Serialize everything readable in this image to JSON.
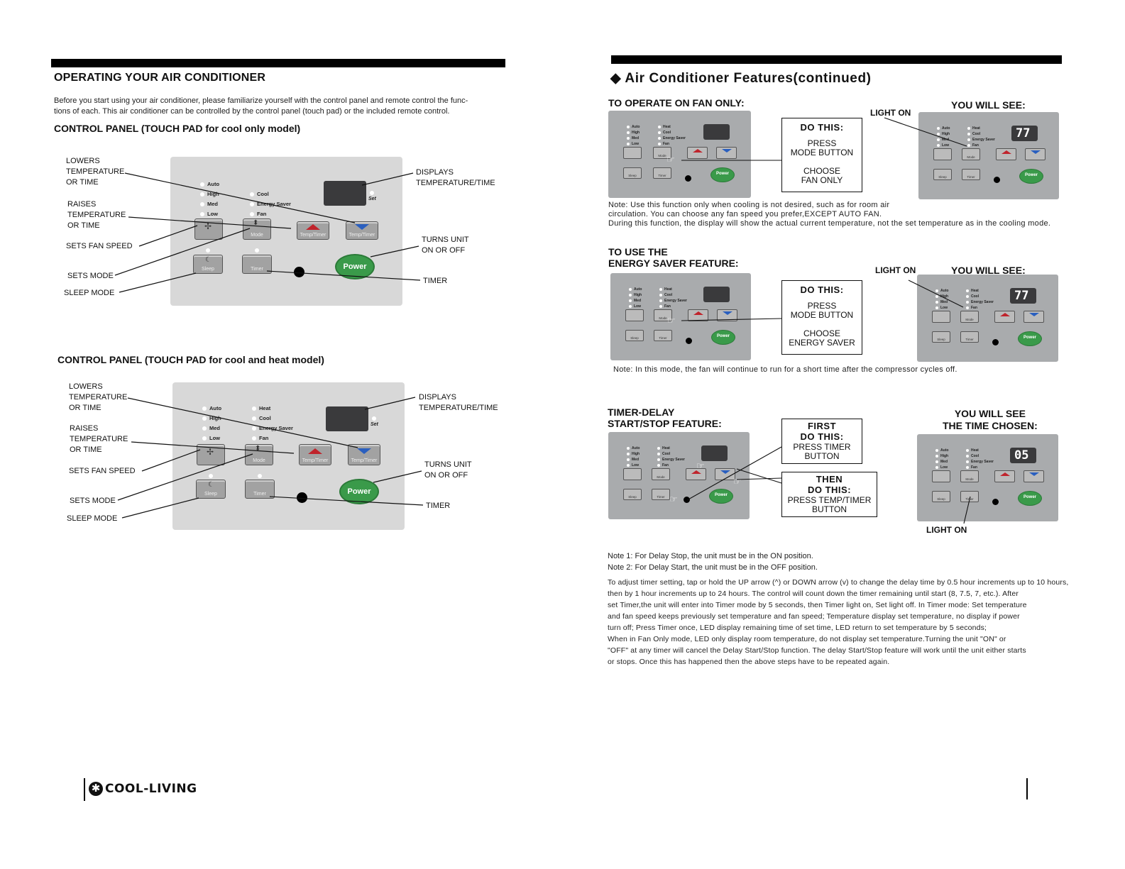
{
  "left": {
    "title": "OPERATING YOUR AIR CONDITIONER",
    "intro_line1": "Before you start using your air conditioner, please familiarize yourself with the control panel and remote control the func-",
    "intro_line2": "tions of each. This air conditioner can be controlled by the control panel (touch pad) or the included remote control.",
    "panel1_heading": "CONTROL PANEL (TOUCH PAD for cool only model)",
    "panel2_heading": "CONTROL PANEL (TOUCH PAD for cool and heat model)",
    "callouts": {
      "lowers": [
        "LOWERS",
        "TEMPERATURE",
        "OR TIME"
      ],
      "raises": [
        "RAISES",
        "TEMPERATURE",
        "OR TIME"
      ],
      "fan_speed": "SETS  FAN SPEED",
      "mode": "SETS MODE",
      "sleep": "SLEEP MODE",
      "displays": [
        "DISPLAYS",
        "TEMPERATURE/TIME"
      ],
      "turns": [
        "TURNS UNIT",
        "ON OR OFF"
      ],
      "timer": "TIMER"
    },
    "panel1_leds_left": [
      "Auto",
      "High",
      "Med",
      "Low"
    ],
    "panel1_leds_right": [
      "Cool",
      "Energy Saver",
      "Fan"
    ],
    "panel2_leds_right": [
      "Heat",
      "Cool",
      "Energy Saver",
      "Fan"
    ]
  },
  "panel_labels": {
    "set": "Set",
    "mode": "Mode",
    "temp_timer": "Temp/Timer",
    "sleep": "Sleep",
    "timer": "Timer",
    "power": "Power"
  },
  "right": {
    "title": "Air Conditioner Features(continued)",
    "title_bullet": "◆",
    "fan": {
      "heading": "TO OPERATE ON FAN ONLY:",
      "you_will_see": "YOU WILL SEE:",
      "light_on": "LIGHT ON",
      "box_title": "DO THIS:",
      "box_lines": [
        "PRESS",
        "MODE  BUTTON",
        "",
        "CHOOSE",
        "FAN ONLY"
      ],
      "note_lines": [
        "Note: Use this function only when cooling is not desired, such as for room air",
        "circulation. You can choose any fan speed you prefer,EXCEPT AUTO FAN.",
        "During this function, the display will show the actual current temperature, not the set temperature as in the cooling mode."
      ],
      "display": "77"
    },
    "energy": {
      "heading_line1": "TO USE THE",
      "heading_line2": "ENERGY SAVER FEATURE:",
      "light_on": "LIGHT ON",
      "you_will_see": "YOU WILL SEE:",
      "box_title": "DO THIS:",
      "box_lines": [
        "PRESS",
        "MODE BUTTON",
        "",
        "CHOOSE",
        "ENERGY SAVER"
      ],
      "note": "Note: In this mode, the fan will continue to run for a short time after the compressor cycles off.",
      "display": "77"
    },
    "timer": {
      "heading_line1": "TIMER-DELAY",
      "heading_line2": "START/STOP FEATURE:",
      "you_will_see_line1": "YOU WILL SEE",
      "you_will_see_line2": "THE TIME CHOSEN:",
      "light_on": "LIGHT ON",
      "box1_title_line1": "FIRST",
      "box1_title_line2": "DO THIS:",
      "box1_lines": [
        "PRESS TIMER",
        "BUTTON"
      ],
      "box2_title_line1": "THEN",
      "box2_title_line2": "DO THIS:",
      "box2_lines": [
        "PRESS TEMP/TIMER",
        "BUTTON"
      ],
      "display": "05"
    },
    "notes": [
      "Note 1: For Delay Stop, the unit must be in the ON position.",
      "Note 2: For Delay Start, the unit must be in the OFF position."
    ],
    "paragraph_lines": [
      "To adjust timer setting, tap or hold the UP arrow (^) or DOWN arrow (v) to change the delay time by 0.5 hour increments up to 10 hours,",
      "then by 1 hour increments up to 24 hours. The control will count down the timer remaining until start (8, 7.5, 7, etc.). After",
      "set Timer,the unit will enter into Timer mode by 5 seconds, then Timer light on, Set light off. In Timer mode: Set temperature",
      "and fan speed keeps previously set temperature and fan speed; Temperature display set temperature, no display if power",
      "turn off; Press Timer once, LED display remaining time of set time, LED return to set temperature by 5 seconds;",
      "When in Fan Only mode, LED only display room temperature, do not display set temperature.Turning the unit \"ON\" or",
      "\"OFF\" at any timer will cancel the Delay Start/Stop function. The delay Start/Stop feature will work until the unit either starts",
      "or stops. Once this has happened then the above steps have to be repeated again."
    ]
  },
  "footer": {
    "logo_text": "COOL-LIVING",
    "logo_icon": "snowflake-icon"
  }
}
